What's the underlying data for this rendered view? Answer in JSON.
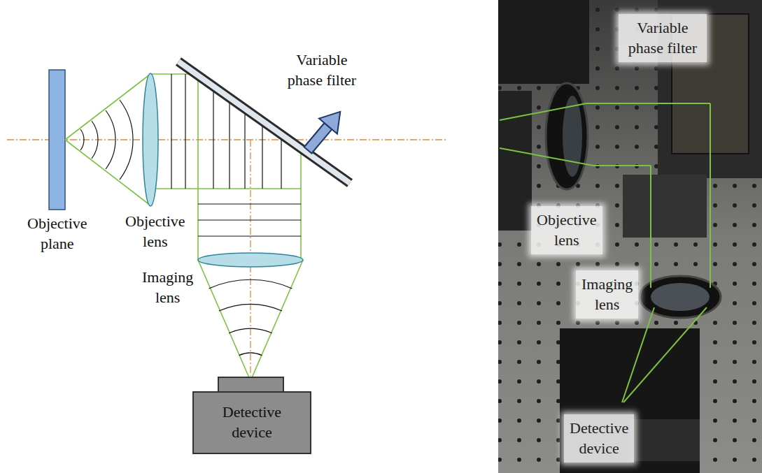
{
  "diagram": {
    "nodes": [
      {
        "text": [
          "Detective device"
        ]
      },
      {
        "text": [
          "Variable phase filter"
        ]
      },
      {
        "text": [
          "Objective lens"
        ]
      },
      {
        "text": [
          "Imaging lens"
        ]
      },
      {
        "text": [
          "Detective device"
        ]
      }
    ],
    "labels": [
      "Variable phase filter",
      "Objective plane",
      "Objective lens",
      "Imaging lens"
    ]
  }
}
